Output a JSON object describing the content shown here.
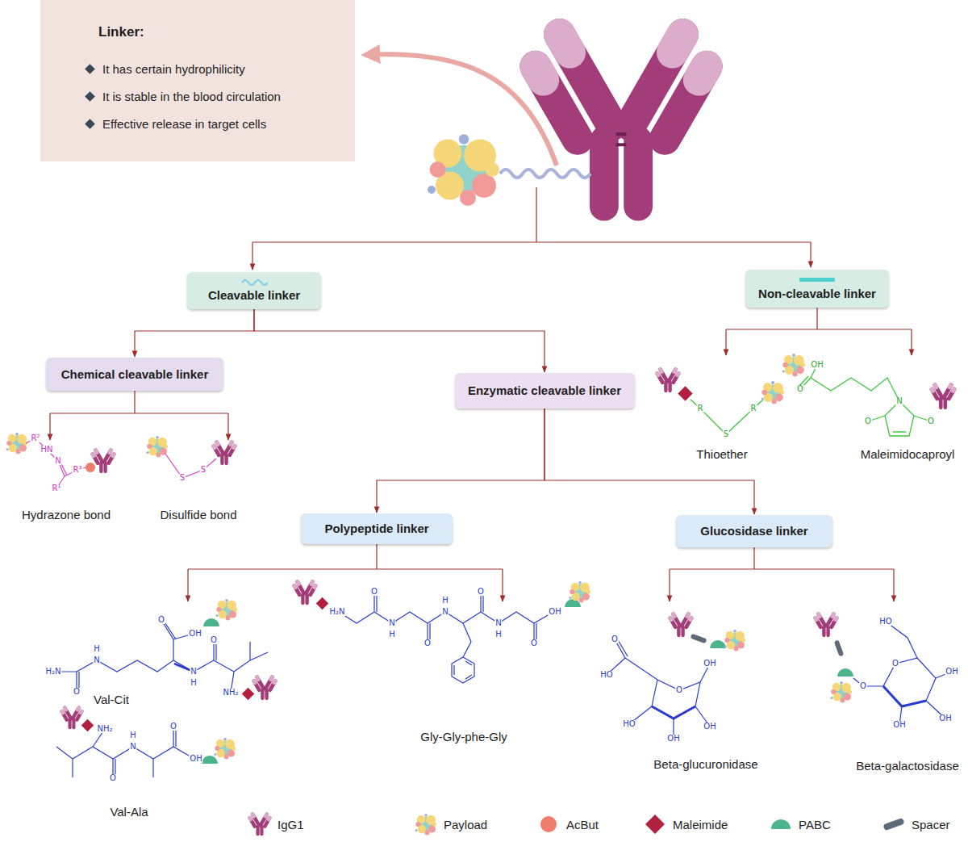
{
  "diagram": {
    "nodes": [
      {
        "text": [
          "Linker:",
          "It has certain hydrophilicity",
          "It is stable in the blood circulation",
          "Effective release in target cells"
        ]
      },
      {
        "text": [
          "Cleavable linker"
        ]
      },
      {
        "text": [
          "Non-cleavable linker"
        ]
      },
      {
        "text": [
          "Chemical cleavable linker"
        ]
      },
      {
        "text": [
          "Enzymatic cleavable linker"
        ]
      },
      {
        "text": [
          "Polypeptide linker"
        ]
      },
      {
        "text": [
          "Glucosidase linker"
        ]
      }
    ],
    "edges": [
      {
        "from": 1,
        "to": 3,
        "arrow": "to"
      },
      {
        "from": 1,
        "to": 4,
        "arrow": "to"
      },
      {
        "from": 4,
        "to": 5,
        "arrow": "to"
      },
      {
        "from": 4,
        "to": 6,
        "arrow": "to"
      }
    ],
    "labels": [
      "Hydrazone bond",
      "Disulfide bond",
      "Thioether",
      "Maleimidocaproyl",
      "Val-Cit",
      "Gly-Gly-phe-Gly",
      "Val-Ala",
      "Beta-glucuronidase",
      "Beta-galactosidase",
      "R²",
      "HN",
      "N",
      "R¹",
      "R³",
      "S",
      "S",
      "R",
      "S",
      "R",
      "OH",
      "O",
      "N",
      "O",
      "O",
      "H₂N",
      "O",
      "H",
      "N",
      "O",
      "OH",
      "N",
      "H",
      "O",
      "NH₂",
      "H₂N",
      "O",
      "N",
      "H",
      "O",
      "H",
      "N",
      "O",
      "N",
      "H",
      "O",
      "OH",
      "NH₂",
      "O",
      "H",
      "N",
      "O",
      "OH",
      "O",
      "HO",
      "O",
      "OH",
      "OH",
      "OH",
      "HO",
      "HO",
      "O",
      "O",
      "OH",
      "OH",
      "OH"
    ],
    "legend": [
      {
        "text": "IgG1"
      },
      {
        "text": "Payload"
      },
      {
        "text": "AcBut",
        "color": "#ef7d6b"
      },
      {
        "text": "Maleimide",
        "color": "#b3203f"
      },
      {
        "text": "PABC",
        "color": "#4cb48c"
      },
      {
        "text": "Spacer",
        "color": "#5e6a78"
      }
    ]
  }
}
